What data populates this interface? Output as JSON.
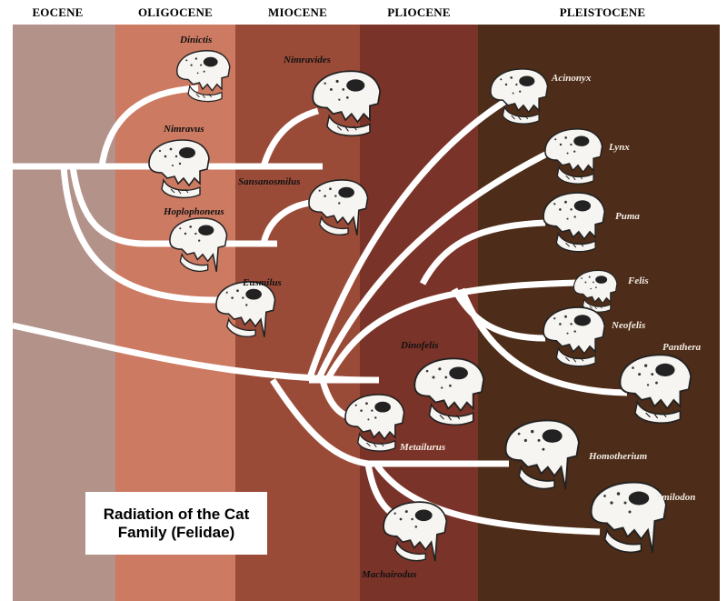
{
  "epochs": [
    {
      "label": "EOCENE",
      "color": "#b3928a"
    },
    {
      "label": "OLIGOCENE",
      "color": "#cc7a62"
    },
    {
      "label": "MIOCENE",
      "color": "#9a4b38"
    },
    {
      "label": "PLIOCENE",
      "color": "#7a3328"
    },
    {
      "label": "PLEISTOCENE",
      "color": "#4d2d19"
    }
  ],
  "title": "Radiation of the Cat\nFamily (Felidae)",
  "taxa": [
    {
      "id": "dinictis",
      "label": "Dinictis"
    },
    {
      "id": "nimravus",
      "label": "Nimravus"
    },
    {
      "id": "hoplophoneus",
      "label": "Hoplophoneus"
    },
    {
      "id": "eusmilus",
      "label": "Eusmilus"
    },
    {
      "id": "nimravides",
      "label": "Nimravides"
    },
    {
      "id": "sansanosmilus",
      "label": "Sansanosmilus"
    },
    {
      "id": "dinofelis",
      "label": "Dinofelis"
    },
    {
      "id": "metailurus",
      "label": "Metailurus"
    },
    {
      "id": "machairodus",
      "label": "Machairodus"
    },
    {
      "id": "acinonyx",
      "label": "Acinonyx"
    },
    {
      "id": "lynx",
      "label": "Lynx"
    },
    {
      "id": "puma",
      "label": "Puma"
    },
    {
      "id": "felis",
      "label": "Felis"
    },
    {
      "id": "neofelis",
      "label": "Neofelis"
    },
    {
      "id": "panthera",
      "label": "Panthera"
    },
    {
      "id": "homotherium",
      "label": "Homotherium"
    },
    {
      "id": "smilodon",
      "label": "Smilodon"
    }
  ],
  "colors": {
    "branch": "#ffffff",
    "skull": "#f7f5f2",
    "skull_ink": "#222222"
  }
}
